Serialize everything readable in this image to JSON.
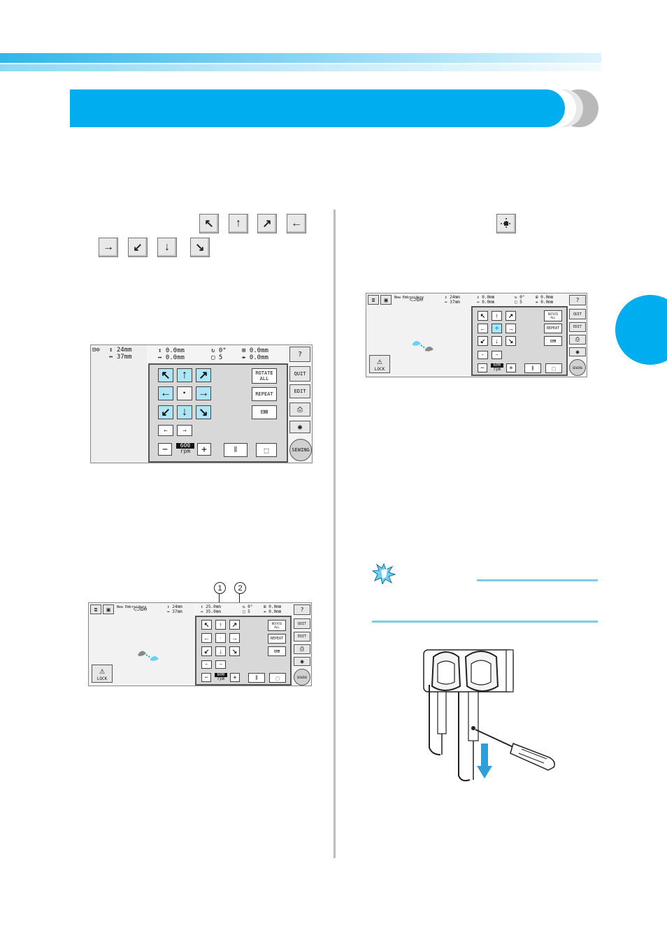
{
  "colors": {
    "accent": "#00aeef",
    "key_blue": "#aee6f8"
  },
  "keys_row1": [
    "↖",
    "↑",
    "↗",
    "←"
  ],
  "keys_row2": [
    "→",
    "↙",
    "↓",
    "↘"
  ],
  "center_key_icon": "center-point-icon",
  "screen1": {
    "size_h": "24mm",
    "size_w": "37mm",
    "pos_v": "0.0mm",
    "pos_h": "0.0mm",
    "angle": "0°",
    "count": "5",
    "space_v": "0.0mm",
    "space_h": "0.0mm",
    "arrows": [
      "↖",
      "↑",
      "↗",
      "←",
      "·",
      "→",
      "↙",
      "↓",
      "↘"
    ],
    "rotate_all": "ROTATE ALL",
    "repeat": "REPEAT",
    "speed": "600",
    "speed_unit": "rpm",
    "minus": "−",
    "plus": "+",
    "quit": "QUIT",
    "edit": "EDIT",
    "sewing": "SEWING"
  },
  "screen2": {
    "new_embroidery": "New Embroidery",
    "size_h": "24mm",
    "size_w": "37mm",
    "pos_v": "25.0mm",
    "pos_h": "35.0mm",
    "angle": "0°",
    "count": "5",
    "space_v": "0.0mm",
    "space_h": "0.0mm",
    "arrows": [
      "↖",
      "↑",
      "↗",
      "←",
      "·",
      "→",
      "↙",
      "↓",
      "↘"
    ],
    "rotate_all": "ROTATE ALL",
    "repeat": "REPEAT",
    "speed": "600",
    "speed_unit": "rpm",
    "lock": "LOCK",
    "quit": "QUIT",
    "edit": "EDIT",
    "sewing": "SEWING",
    "callout1": "1",
    "callout2": "2"
  },
  "screen3": {
    "new_embroidery": "New Embroidery",
    "size_h": "24mm",
    "size_w": "37mm",
    "pos_v": "0.0mm",
    "pos_h": "0.0mm",
    "angle": "0°",
    "count": "5",
    "space_v": "0.0mm",
    "space_h": "0.0mm",
    "arrows": [
      "↖",
      "↑",
      "↗",
      "←",
      "+",
      "→",
      "↙",
      "↓",
      "↘"
    ],
    "rotate_all": "ROTATE ALL",
    "repeat": "REPEAT",
    "speed": "600",
    "speed_unit": "rpm",
    "lock": "LOCK",
    "quit": "QUIT",
    "edit": "EDIT",
    "sewing": "SEWING"
  }
}
